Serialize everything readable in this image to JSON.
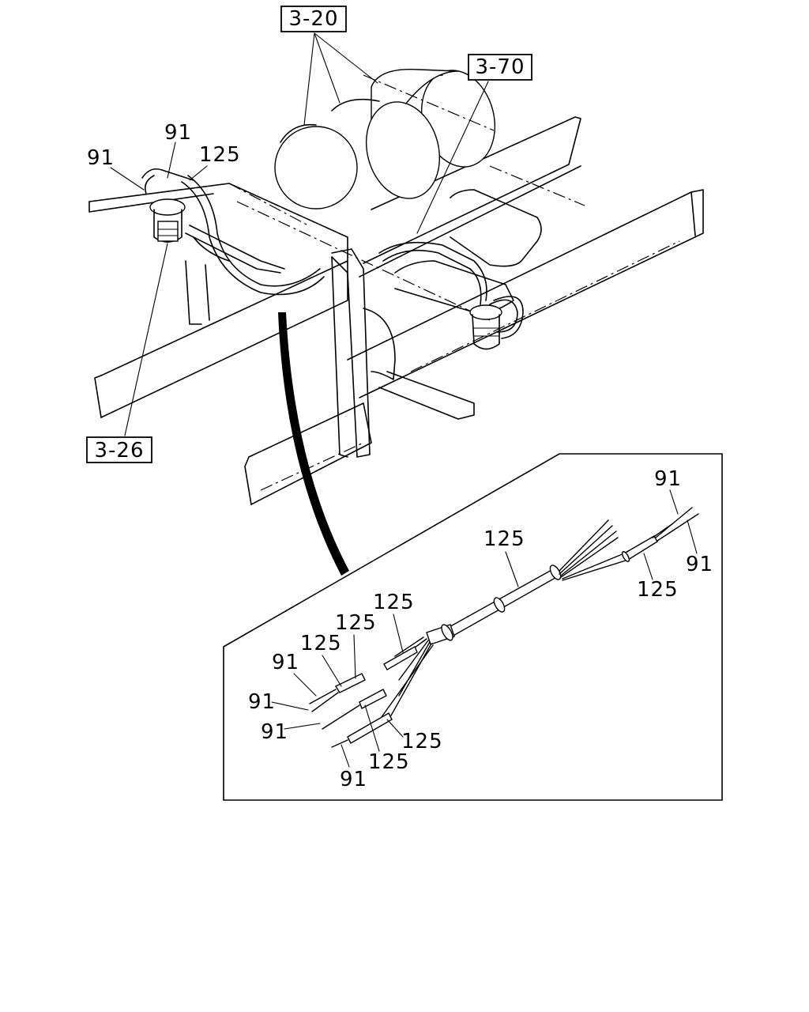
{
  "references": {
    "r_3_20": "3-20",
    "r_3_70": "3-70",
    "r_3_26": "3-26"
  },
  "callouts_top": {
    "part_91_a": "91",
    "part_91_b": "91",
    "part_125_a": "125"
  },
  "callouts_detail": {
    "d_91_tr1": "91",
    "d_91_tr2": "91",
    "d_125_top": "125",
    "d_125_right": "125",
    "d_125_a": "125",
    "d_125_b": "125",
    "d_125_c": "125",
    "d_91_a": "91",
    "d_91_b": "91",
    "d_91_c": "91",
    "d_125_d": "125",
    "d_125_e": "125",
    "d_91_d": "91"
  }
}
